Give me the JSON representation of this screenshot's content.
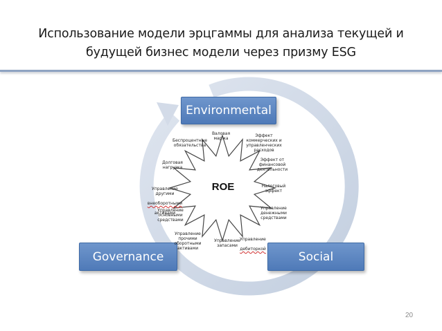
{
  "slide": {
    "title": "Использование модели эрцгаммы для анализа текущей и будущей бизнес модели через призму ESG",
    "page_number": "20"
  },
  "diagram": {
    "boxes": {
      "environmental": "Environmental",
      "governance": "Governance",
      "social": "Social"
    },
    "center": "ROE",
    "drivers": {
      "margin": "Валовая\nмаржа",
      "commercial": "Эффект\nкоммерческих и\nуправленческих\nрасходов",
      "financial": "Эффект от\nфинансовой\nдеятельности",
      "tax": "Налоговый\nэффект",
      "cash": "Управление\nденежными\nсредствами",
      "receivables_a": "Управление",
      "receivables_b": "дебиторкой",
      "inventory": "Управление\nзапасами",
      "other_current": "Управление\nпрочими\nоборотными\nактивами",
      "fixed_assets": "Управление\nосновными\nсредствами",
      "other_noncurrent_a": "Управление\nдругими",
      "other_noncurrent_b": "внеоборотными",
      "other_noncurrent_c": "активами",
      "debt": "Долговая\nнагрузка",
      "interest_free": "Беспроцентные\nобязательства"
    },
    "colors": {
      "box_fill": "#5b86c2",
      "ring": "#cfd8e8",
      "star_stroke": "#444444"
    }
  }
}
